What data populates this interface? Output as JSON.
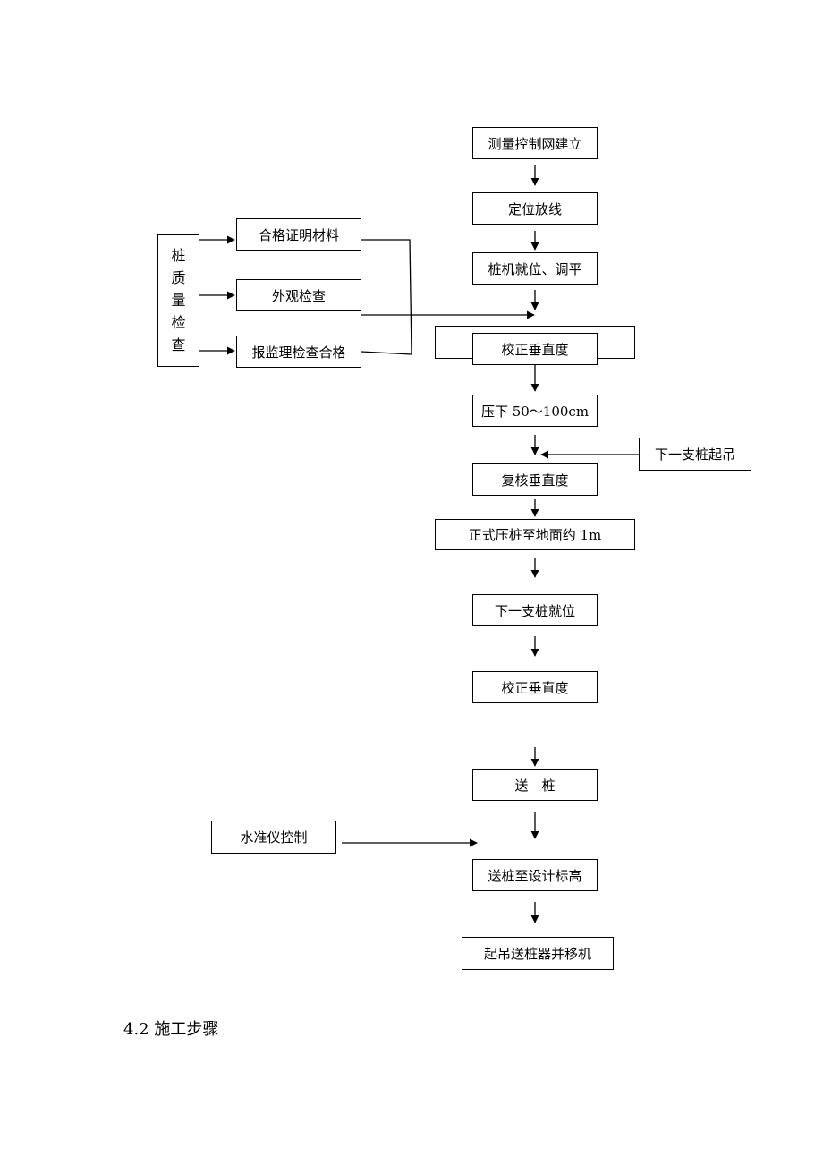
{
  "main_flow": {
    "survey": "测量控制网建立",
    "layout": "定位放线",
    "pile_machine": "桩机就位、调平",
    "hidden_box": "",
    "correct_vertical_1": "校正垂直度",
    "press_down": "压下 50～100cm",
    "recheck_vertical": "复核垂直度",
    "formal_press": "正式压桩至地面约 1m",
    "next_pile_in_place": "下一支桩就位",
    "correct_vertical_2": "校正垂直度",
    "send_pile": "送　桩",
    "send_to_elevation": "送桩至设计标高",
    "lift_and_move": "起吊送桩器并移机"
  },
  "quality_check": {
    "title_chars": [
      "桩",
      "质",
      "量",
      "检",
      "查"
    ],
    "certificate": "合格证明材料",
    "appearance": "外观检查",
    "supervisor": "报监理检查合格"
  },
  "side": {
    "next_pile_lift": "下一支桩起吊",
    "level_control": "水准仪控制"
  },
  "section_heading": "4.2 施工步骤"
}
